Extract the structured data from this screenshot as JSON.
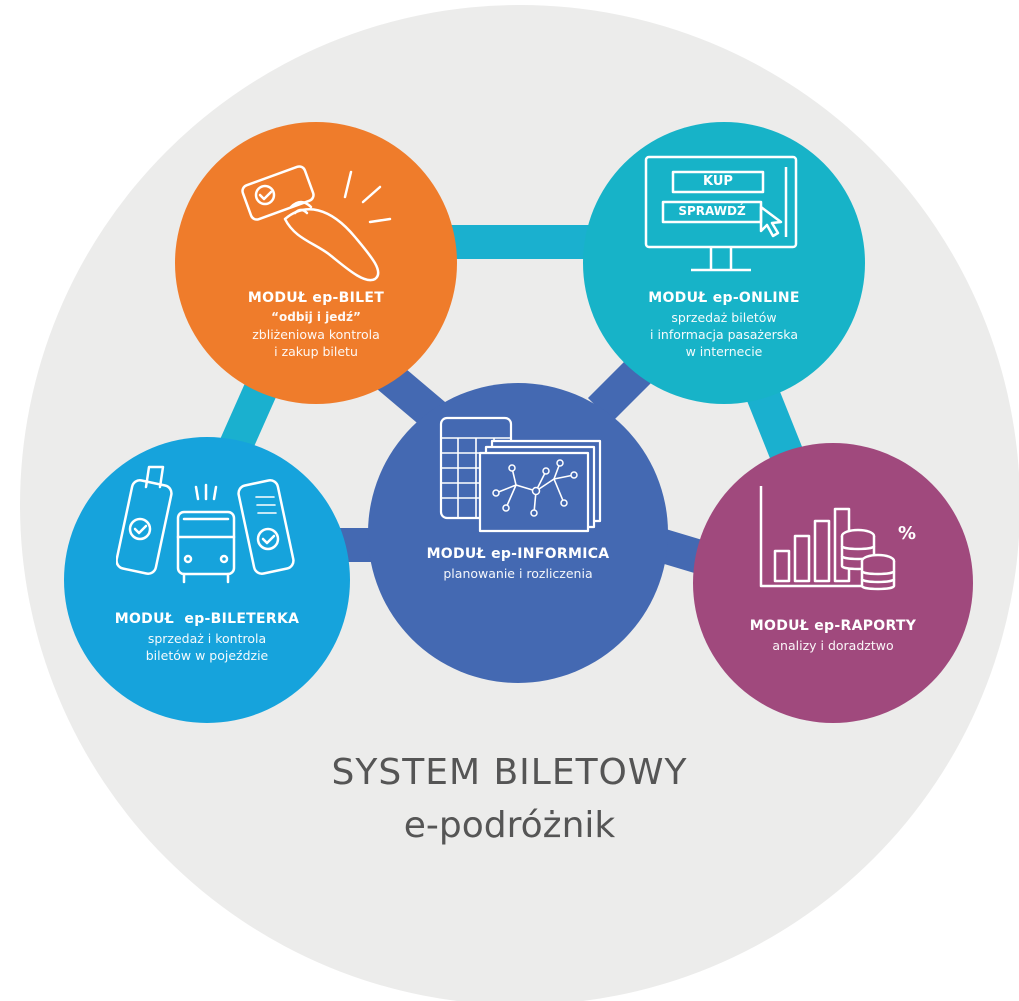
{
  "system": {
    "title": "SYSTEM BILETOWY",
    "subtitle": "e-podróżnik"
  },
  "colors": {
    "background_disc": "#ececeb",
    "connector": "#1ab0cf",
    "bilet": "#ef7c2b",
    "online": "#17b3c8",
    "informica": "#4469b2",
    "bileterka": "#16a3dc",
    "raporty": "#a0497d",
    "caption_text": "#555555"
  },
  "modules": {
    "bilet": {
      "title": "MODUŁ ep-BILET",
      "lines": [
        "“odbij i jedź”",
        "zbliżeniowa kontrola",
        "i zakup biletu"
      ],
      "icon": "contactless-reader-icon"
    },
    "online": {
      "title": "MODUŁ ep-ONLINE",
      "lines": [
        "sprzedaż biletów",
        "i informacja pasażerska",
        "w internecie"
      ],
      "button_buy": "KUP",
      "button_check": "SPRAWDŹ",
      "icon": "web-browser-icon"
    },
    "informica": {
      "title": "MODUŁ ep-INFORMICA",
      "lines": [
        "planowanie i rozliczenia"
      ],
      "icon": "network-map-icon"
    },
    "bileterka": {
      "title": "MODUŁ  ep-BILETERKA",
      "lines": [
        "sprzedaż i kontrola",
        "biletów w pojeździe"
      ],
      "icon": "bus-terminal-icon"
    },
    "raporty": {
      "title": "MODUŁ ep-RAPORTY",
      "lines": [
        "analizy i doradztwo"
      ],
      "percent_symbol": "%",
      "icon": "bar-chart-coins-icon"
    }
  }
}
